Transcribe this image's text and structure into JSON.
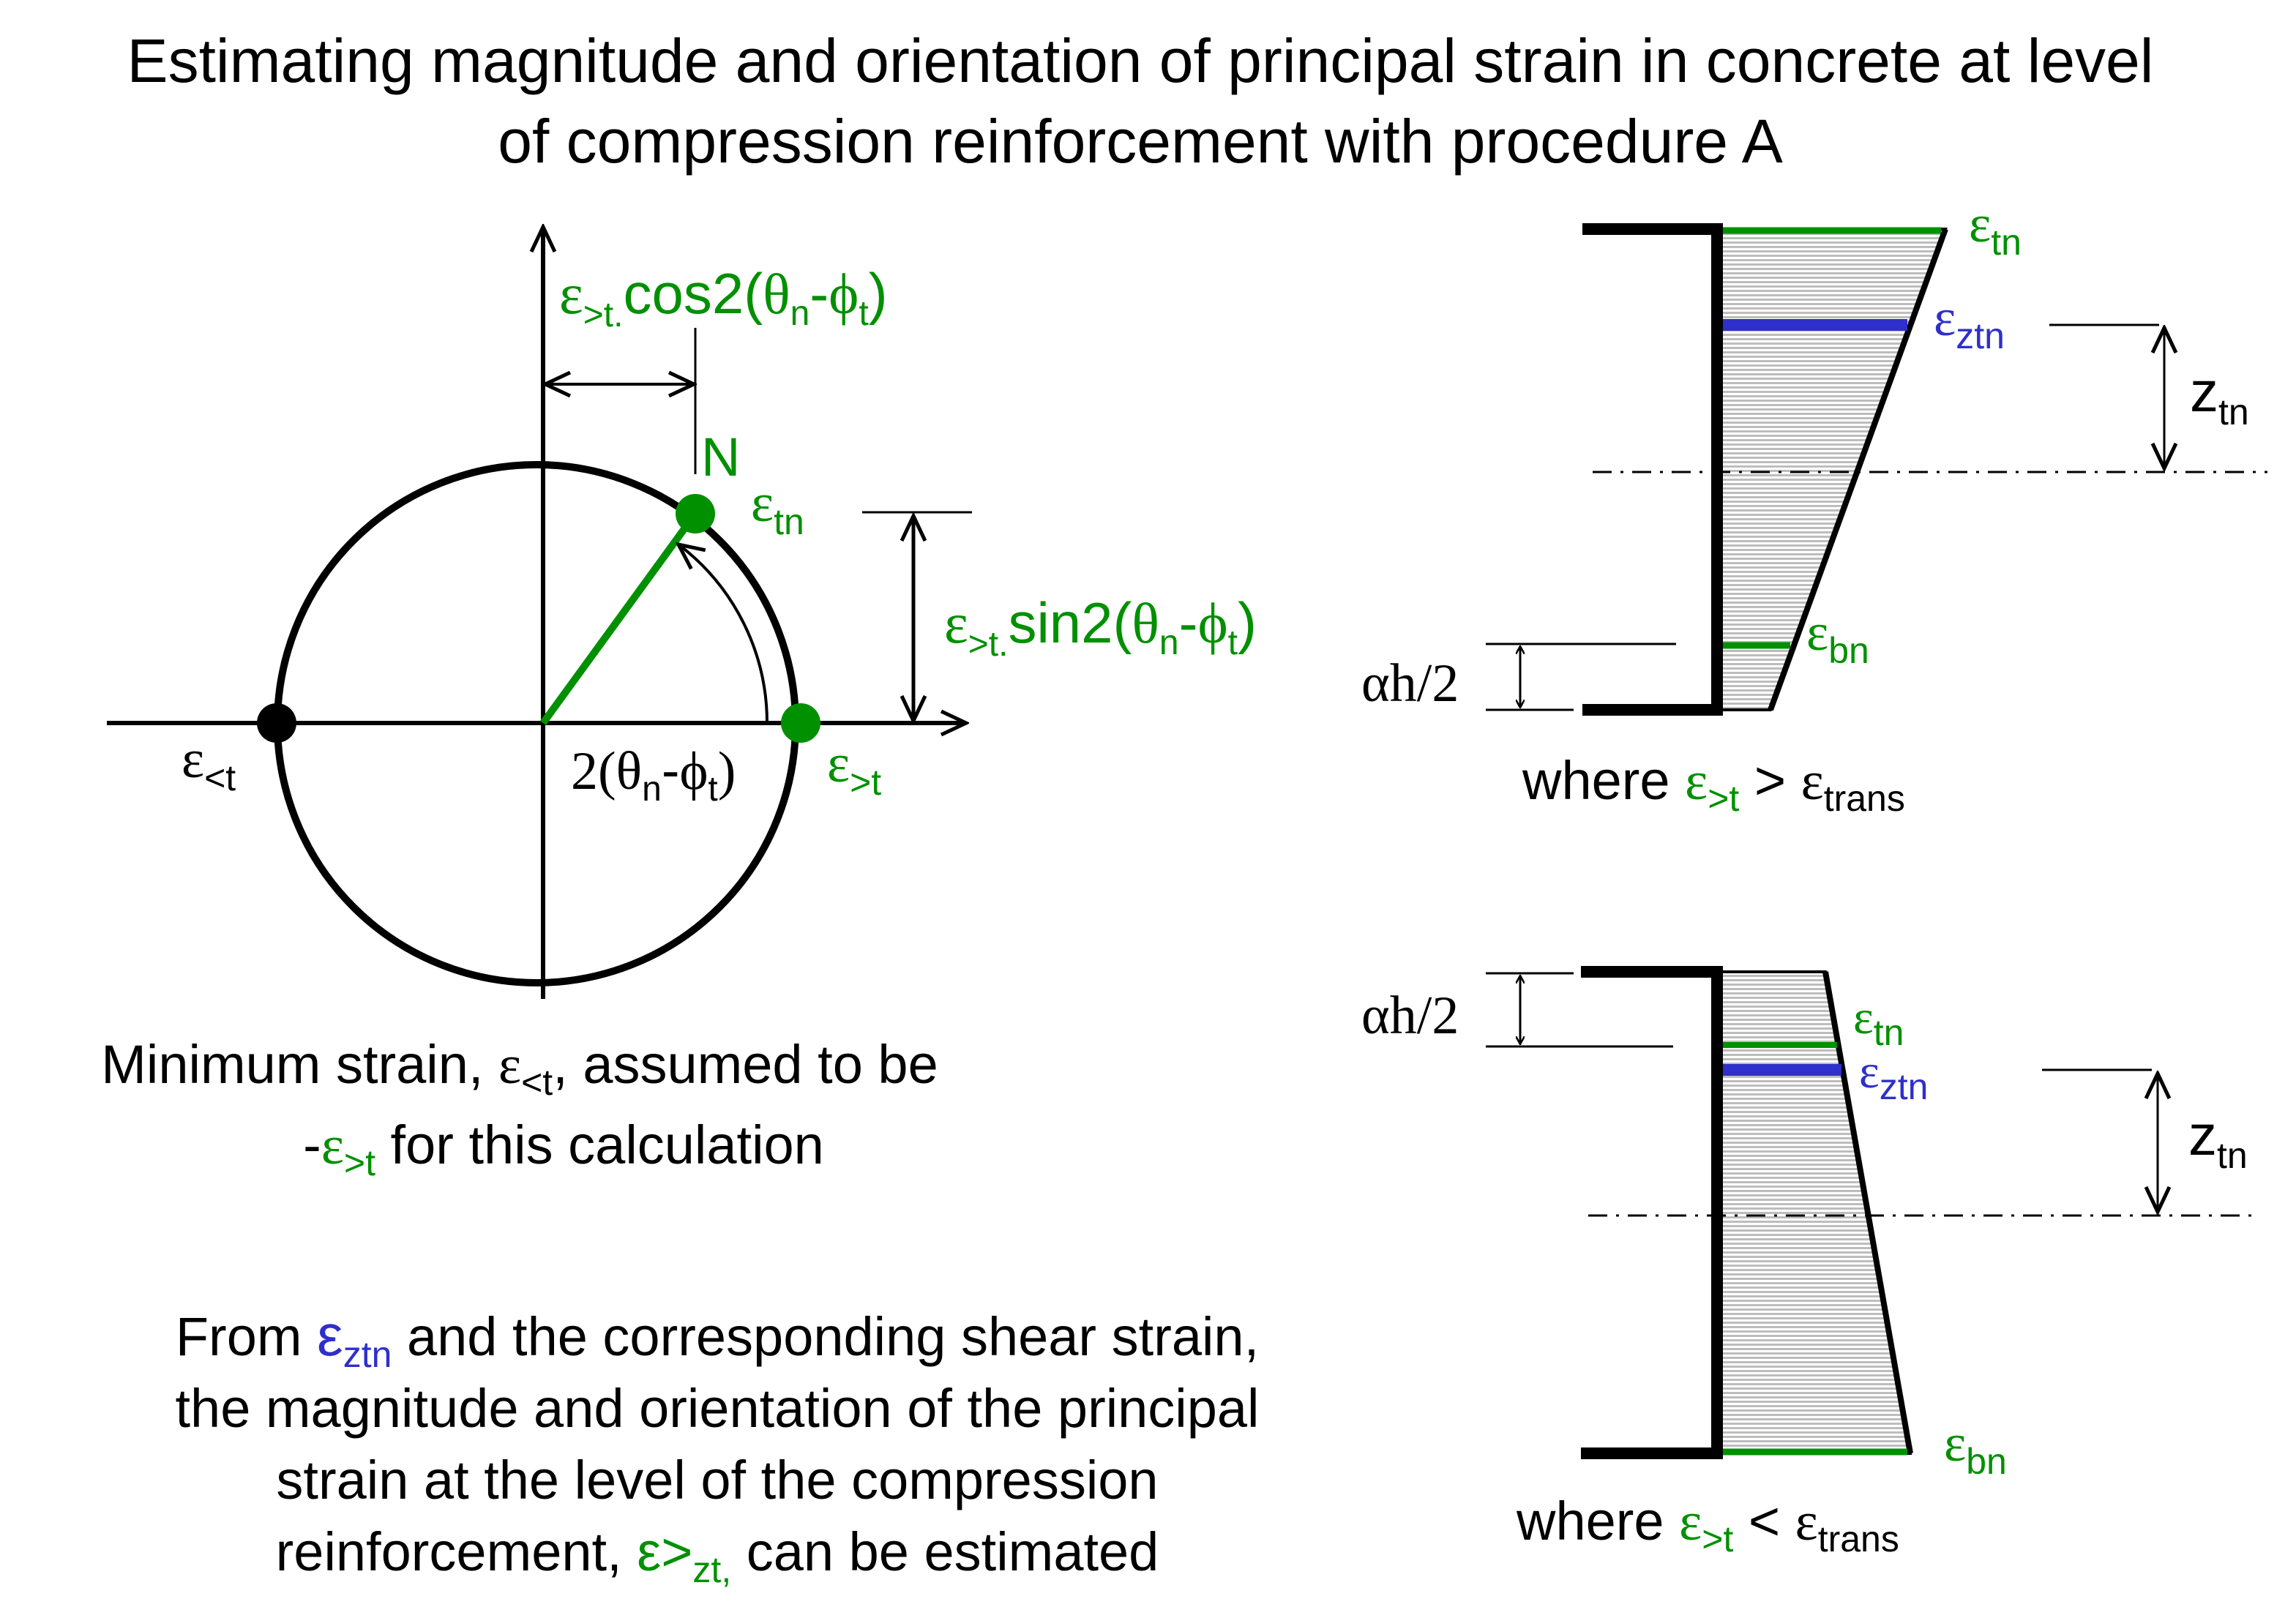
{
  "colors": {
    "black": "#000000",
    "green": "#009000",
    "blue": "#2f2fcc",
    "fill_gray": "#d2d2d2"
  },
  "title": {
    "line1": "Estimating magnitude and orientation of principal strain in concrete at level",
    "line2": "of compression reinforcement with procedure A"
  },
  "mohr": {
    "cos_eps": "ε",
    "cos_sub": ">t.",
    "cos_fn": "cos2(",
    "theta": "θ",
    "sub_n": "n",
    "dash": "-",
    "phi": "ϕ",
    "sub_t": "t",
    "close": ")",
    "sin_eps": "ε",
    "sin_sub": ">t.",
    "sin_fn": "sin2(",
    "point_n": "N",
    "eps_tn": "ε",
    "eps_tn_sub": "tn",
    "eps_lt": "ε",
    "eps_lt_sub": "<t",
    "eps_gt": "ε",
    "eps_gt_sub": ">t",
    "angle_open": "2(",
    "angle_close": ")"
  },
  "caption_min": {
    "line1_a": "Minimum strain, ",
    "eps": "ε",
    "sub": "<t",
    "line1_b": ", assumed to be",
    "line2_a": "-",
    "line2_eps": "ε",
    "line2_sub": ">t",
    "line2_b": " for this calculation"
  },
  "caption_from": {
    "line1_a": "From ",
    "eps": "ε",
    "eps_sub": "ztn",
    "line1_b": " and the corresponding shear strain,",
    "line2": "the magnitude and orientation of the principal",
    "line3": "strain at the level of the compression",
    "line4_a": "reinforcement, ",
    "line4_eps": "ε>",
    "line4_sub": "zt,",
    "line4_b": " can be estimated"
  },
  "section_top": {
    "eps_tn": "ε",
    "eps_tn_sub": "tn",
    "eps_ztn": "ε",
    "eps_ztn_sub": "ztn",
    "z_tn": "z",
    "z_tn_sub": "tn",
    "eps_bn": "ε",
    "eps_bn_sub": "bn",
    "alpha_h": "αh/2",
    "where": "where ",
    "where_eps": "ε",
    "where_eps_sub": ">t",
    "op": " > ",
    "trans_eps": "ε",
    "trans_sub": "trans"
  },
  "section_bottom": {
    "alpha_h": "αh/2",
    "eps_tn": "ε",
    "eps_tn_sub": "tn",
    "eps_ztn": "ε",
    "eps_ztn_sub": "ztn",
    "z_tn": "z",
    "z_tn_sub": "tn",
    "eps_bn": "ε",
    "eps_bn_sub": "bn",
    "where": "where ",
    "where_eps": "ε",
    "where_eps_sub": ">t",
    "op": " < ",
    "trans_eps": "ε",
    "trans_sub": "trans"
  }
}
